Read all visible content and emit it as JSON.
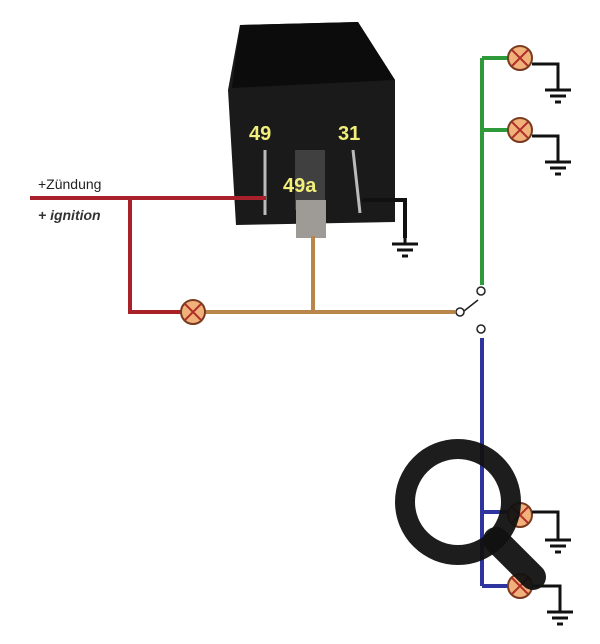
{
  "diagram": {
    "relay_pins": {
      "pin_49": "49",
      "pin_31": "31",
      "pin_49a": "49a"
    },
    "labels": {
      "ignition_de": "+Zündung",
      "ignition_en": "+ ignition"
    },
    "colors": {
      "ignition_wire": "#a8202a",
      "output_wire": "#b8864a",
      "left_lamps_wire": "#2e9a3a",
      "right_lamps_wire": "#2f35a0",
      "ground": "#111111",
      "lamp_fill": "#f0b27a",
      "relay_body": "#1a1a1a",
      "pin_label": "#f2ee7a"
    }
  },
  "overlay": {
    "icon": "magnifier-icon"
  }
}
